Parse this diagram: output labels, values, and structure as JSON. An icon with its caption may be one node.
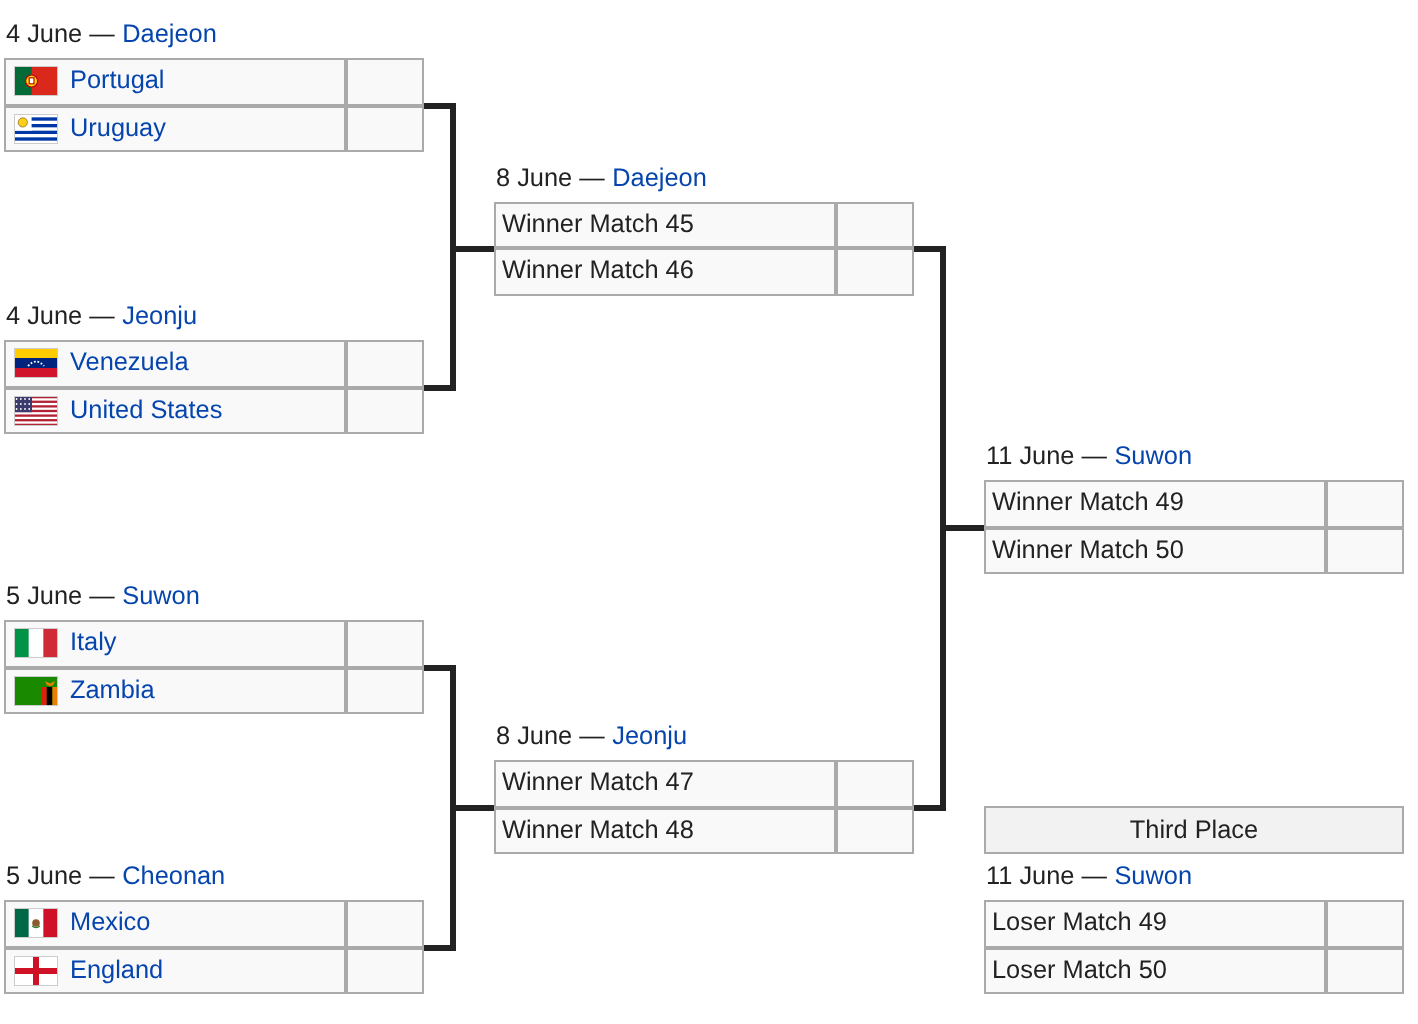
{
  "diagram": {
    "nodes": [
      {
        "text": [
          "4 June —",
          "Daejeon"
        ]
      },
      {
        "text": [
          "Portugal"
        ],
        "in": 0
      },
      {
        "text": [
          "Uruguay"
        ],
        "in": 0
      },
      {
        "text": [
          "4 June —",
          "Jeonju"
        ]
      },
      {
        "text": [
          "Venezuela"
        ],
        "in": 3
      },
      {
        "text": [
          "United States"
        ],
        "in": 3
      },
      {
        "text": [
          "5 June —",
          "Suwon"
        ]
      },
      {
        "text": [
          "Italy"
        ],
        "in": 6
      },
      {
        "text": [
          "Zambia"
        ],
        "in": 6
      },
      {
        "text": [
          "5 June —",
          "Cheonan"
        ]
      },
      {
        "text": [
          "Mexico"
        ],
        "in": 9
      },
      {
        "text": [
          "England"
        ],
        "in": 9
      },
      {
        "text": [
          "8 June —",
          "Daejeon"
        ]
      },
      {
        "text": [
          "Winner Match 45"
        ],
        "in": 12
      },
      {
        "text": [
          "Winner Match 46"
        ],
        "in": 12
      },
      {
        "text": [
          "8 June —",
          "Jeonju"
        ]
      },
      {
        "text": [
          "Winner Match 47"
        ],
        "in": 15
      },
      {
        "text": [
          "Winner Match 48"
        ],
        "in": 15
      },
      {
        "text": [
          "11 June —",
          "Suwon"
        ]
      },
      {
        "text": [
          "Winner Match 49"
        ],
        "in": 18
      },
      {
        "text": [
          "Winner Match 50"
        ],
        "in": 18
      },
      {
        "text": [
          "Third Place"
        ]
      },
      {
        "text": [
          "11 June —",
          "Suwon"
        ]
      },
      {
        "text": [
          "Loser Match 49"
        ],
        "in": 22
      },
      {
        "text": [
          "Loser Match 50"
        ],
        "in": 22
      }
    ],
    "edges": [
      {
        "from": 0,
        "to": 12,
        "arrow": "none"
      },
      {
        "from": 3,
        "to": 12,
        "arrow": "none"
      },
      {
        "from": 6,
        "to": 15,
        "arrow": "none"
      },
      {
        "from": 9,
        "to": 15,
        "arrow": "none"
      },
      {
        "from": 12,
        "to": 18,
        "arrow": "none"
      },
      {
        "from": 15,
        "to": 18,
        "arrow": "none"
      }
    ]
  }
}
